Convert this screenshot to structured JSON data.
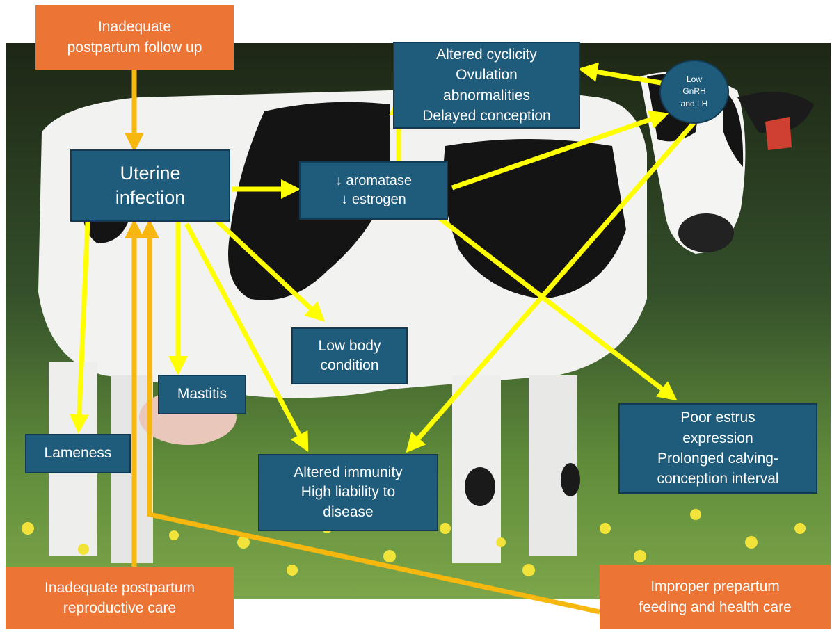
{
  "colors": {
    "box_fill": "#1f5b7a",
    "orange_fill": "#ec7435",
    "arrow_yellow": "#ffff00",
    "arrow_orange": "#f6b70f"
  },
  "nodes": {
    "uterine_infection": [
      "Uterine",
      "infection"
    ],
    "aromatase": [
      "↓ aromatase",
      "↓ estrogen"
    ],
    "altered_cyclicity": [
      "Altered cyclicity",
      "Ovulation",
      "abnormalities",
      "Delayed conception"
    ],
    "low_gnrh": [
      "Low",
      "GnRH",
      "and LH"
    ],
    "low_body_condition": [
      "Low body",
      "condition"
    ],
    "mastitis": [
      "Mastitis"
    ],
    "lameness": [
      "Lameness"
    ],
    "altered_immunity": [
      "Altered immunity",
      "High liability to",
      "disease"
    ],
    "poor_estrus": [
      "Poor estrus",
      "expression",
      "Prolonged calving-",
      "conception interval"
    ]
  },
  "causes": {
    "postpartum_follow_up": [
      "Inadequate",
      "postpartum follow up"
    ],
    "reproductive_care": [
      "Inadequate postpartum",
      "reproductive care"
    ],
    "prepartum_feeding": [
      "Improper  prepartum",
      "feeding and health care"
    ]
  },
  "photo_icons": [
    "holstein-cow-photo",
    "meadow-dandelion-background"
  ]
}
